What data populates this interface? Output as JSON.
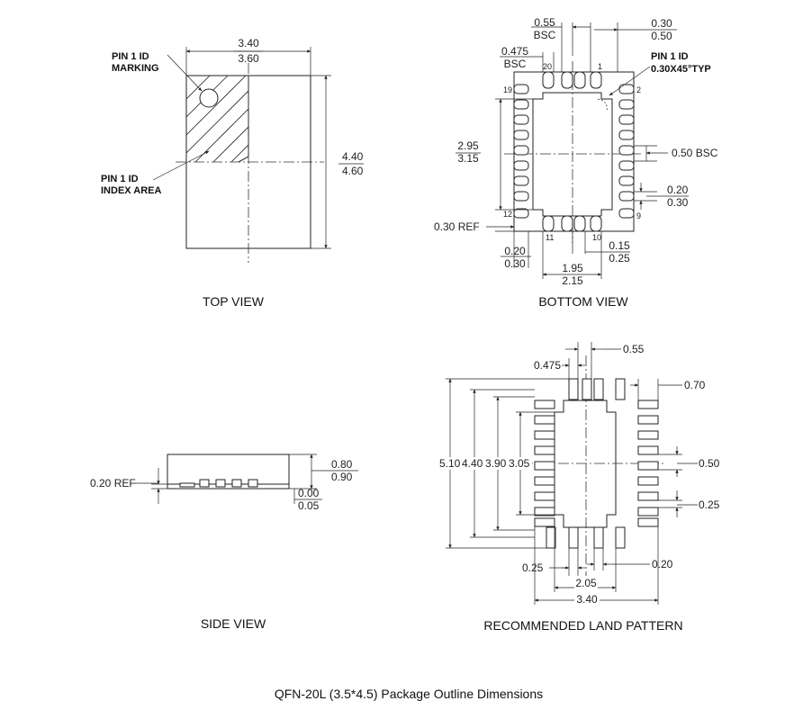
{
  "top_view": {
    "caption": "TOP VIEW",
    "width_min": "3.40",
    "width_max": "3.60",
    "height_min": "4.40",
    "height_max": "4.60",
    "pin1_marking": [
      "PIN 1 ID",
      "MARKING"
    ],
    "pin1_index": [
      "PIN 1 ID",
      "INDEX AREA"
    ]
  },
  "bottom_view": {
    "caption": "BOTTOM VIEW",
    "pitch_a": "0.55",
    "pitch_a_note": "BSC",
    "pitch_b": "0.475",
    "pitch_b_note": "BSC",
    "pad_w_min": "0.30",
    "pad_w_max": "0.50",
    "pin1_id": [
      "PIN 1 ID",
      "0.30X45°TYP"
    ],
    "pitch_side": "0.50 BSC",
    "epad_h_min": "2.95",
    "epad_h_max": "3.15",
    "pad_h_min": "0.20",
    "pad_h_max": "0.30",
    "ref": "0.30 REF",
    "pad_l_min": "0.20",
    "pad_l_max": "0.30",
    "gap_min": "0.15",
    "gap_max": "0.25",
    "epad_w_min": "1.95",
    "epad_w_max": "2.15",
    "pin_numbers": [
      "20",
      "1",
      "2",
      "19",
      "12",
      "9",
      "11",
      "10"
    ]
  },
  "side_view": {
    "caption": "SIDE VIEW",
    "ref": "0.20 REF",
    "h_min": "0.80",
    "h_max": "0.90",
    "s_min": "0.00",
    "s_max": "0.05"
  },
  "land_pattern": {
    "caption": "RECOMMENDED LAND PATTERN",
    "d055": "0.55",
    "d0475": "0.475",
    "d070": "0.70",
    "h510": "5.10",
    "h440": "4.40",
    "h390": "3.90",
    "h305": "3.05",
    "p050": "0.50",
    "p025": "0.25",
    "b025": "0.25",
    "b020": "0.20",
    "w205": "2.05",
    "w340": "3.40"
  },
  "footer": {
    "title": "QFN-20L (3.5*4.5) Package Outline Dimensions"
  }
}
